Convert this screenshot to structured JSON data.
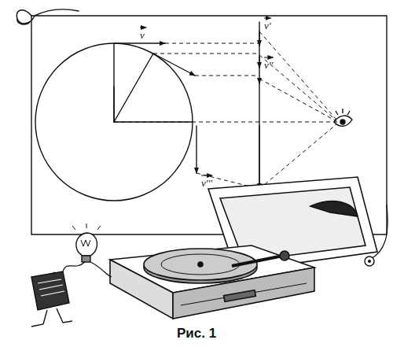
{
  "diagram": {
    "caption": "Рис. 1",
    "labels": [
      "v",
      "v'",
      "v''",
      "v'''"
    ]
  }
}
